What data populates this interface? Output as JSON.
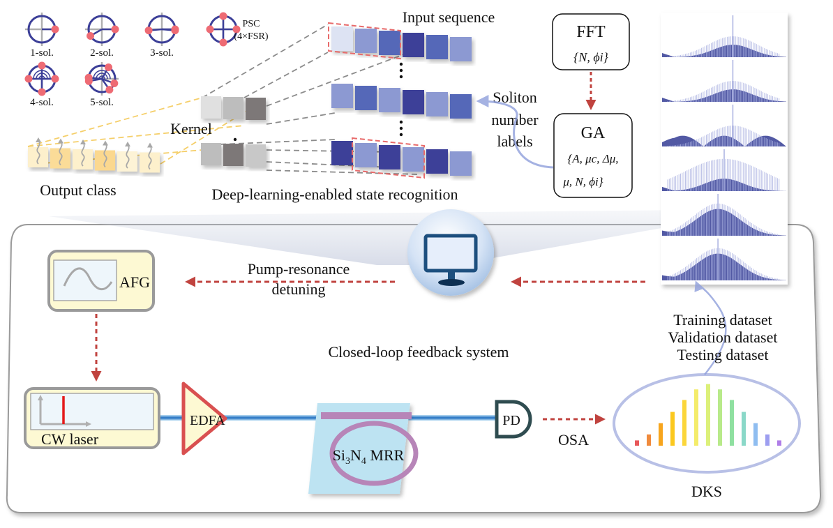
{
  "soliton_states": {
    "items": [
      {
        "label": "1-sol.",
        "dots": 1
      },
      {
        "label": "2-sol.",
        "dots": 2
      },
      {
        "label": "3-sol.",
        "dots": 3
      },
      {
        "label": "PSC",
        "sublabel": "(4×FSR)",
        "dots": 4
      },
      {
        "label": "4-sol.",
        "dots": 4
      },
      {
        "label": "5-sol.",
        "dots": 5
      }
    ]
  },
  "cnn": {
    "input_label": "Input sequence",
    "kernel_label": "Kernel",
    "output_label": "Output class",
    "caption": "Deep-learning-enabled state recognition",
    "input_rows": [
      [
        "#dde3f3",
        "#8c99d2",
        "#5468b8",
        "#3c3f98",
        "#5468b8",
        "#8c99d2"
      ],
      [
        "#8c99d2",
        "#5468b8",
        "#8c99d2",
        "#3c3f98",
        "#8c99d2",
        "#5468b8"
      ],
      [
        "#3c3f98",
        "#8c99d2",
        "#3c3f98",
        "#8c99d2",
        "#3c3f98",
        "#8c99d2"
      ]
    ],
    "kernel_rows": [
      [
        "#e0e0e0",
        "#bdbdbd",
        "#7d7878"
      ],
      [
        "#bdbdbd",
        "#7d7878",
        "#c8c8c8"
      ]
    ],
    "output_cells": [
      "#fdf0cc",
      "#fbdc98",
      "#fdf0cc",
      "#fbd88f",
      "#fdf3d6",
      "#fdf0cc"
    ]
  },
  "fft_box": {
    "title": "FFT",
    "params": "{N,  ϕi}"
  },
  "ga_box": {
    "title": "GA",
    "params_line1": "{A,  μc,  Δμ,",
    "params_line2": "μ, N,  ϕi}"
  },
  "soliton_labels": {
    "line1": "Soliton",
    "line2": "number",
    "line3": "labels"
  },
  "spectra_panel": {
    "count": 6,
    "color": "#3f479a"
  },
  "datasets": {
    "training": "Training dataset",
    "validation": "Validation dataset",
    "testing": "Testing dataset"
  },
  "feedback": {
    "title": "Closed-loop feedback system",
    "detuning_line1": "Pump-resonance",
    "detuning_line2": "detuning",
    "afg_label": "AFG",
    "laser_label": "CW laser",
    "edfa_label": "EDFA",
    "mrr_label_main": "Si",
    "mrr_sub1": "3",
    "mrr_mid": "N",
    "mrr_sub2": "4",
    "mrr_tail": " MRR",
    "pd_label": "PD",
    "osa_label": "OSA",
    "dks_label": "DKS"
  },
  "dks_comb": {
    "heights": [
      0.08,
      0.17,
      0.34,
      0.51,
      0.69,
      0.85,
      0.93,
      0.85,
      0.69,
      0.51,
      0.34,
      0.17,
      0.08
    ],
    "colors": [
      "#e8585a",
      "#f08a3c",
      "#f7a51d",
      "#fbc81e",
      "#fbd63a",
      "#f4ec6a",
      "#dcf07a",
      "#b8ea8a",
      "#8fe0a0",
      "#8ad8c8",
      "#8fbdf0",
      "#9d9ef0",
      "#b07ee8"
    ]
  },
  "colors": {
    "arrow_red": "#c0433f",
    "fiber_blue": "#1f6fc0",
    "ring_purple": "#b785b8",
    "chip_blue": "#bde3f2",
    "edfa_red": "#d95050",
    "pd_dark": "#2f4c50",
    "ring_blue": "#3c3f98",
    "dot_pink": "#ee6b74"
  }
}
